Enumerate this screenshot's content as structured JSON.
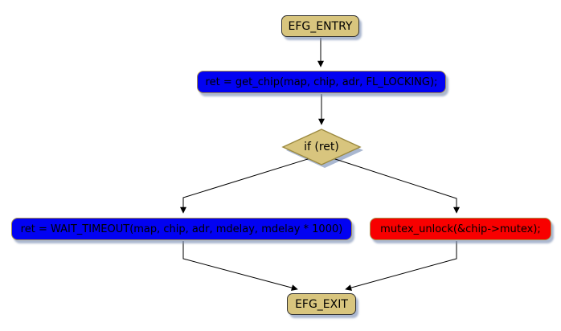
{
  "diagram": {
    "type": "flowchart",
    "nodes": {
      "entry": {
        "label": "EFG_ENTRY",
        "shape": "rounded-rect",
        "fill": "#d8c57e"
      },
      "get_chip": {
        "label": "ret = get_chip(map, chip, adr, FL_LOCKING);",
        "shape": "rounded-rect",
        "fill": "#0202f2"
      },
      "decision": {
        "label": "if (ret)",
        "shape": "diamond",
        "fill": "#d8c57e"
      },
      "wait_timeout": {
        "label": "ret = WAIT_TIMEOUT(map, chip, adr, mdelay, mdelay * 1000)",
        "shape": "rounded-rect",
        "fill": "#0202f2"
      },
      "mutex_unlock": {
        "label": "mutex_unlock(&chip->mutex);",
        "shape": "rounded-rect",
        "fill": "#f80000"
      },
      "exit": {
        "label": "EFG_EXIT",
        "shape": "rounded-rect",
        "fill": "#d8c57e"
      }
    },
    "edges": [
      {
        "from": "entry",
        "to": "get_chip",
        "label": ""
      },
      {
        "from": "get_chip",
        "to": "decision",
        "label": ""
      },
      {
        "from": "decision",
        "to": "wait_timeout",
        "label": ""
      },
      {
        "from": "decision",
        "to": "mutex_unlock",
        "label": ""
      },
      {
        "from": "wait_timeout",
        "to": "exit",
        "label": ""
      },
      {
        "from": "mutex_unlock",
        "to": "exit",
        "label": ""
      }
    ],
    "colors": {
      "terminal_fill": "#d8c57e",
      "process_blue": "#0202f2",
      "process_red": "#f80000",
      "border_gold": "#a89048",
      "border_dark": "#333333",
      "shadow": "#8092b7",
      "edge_line": "#000000",
      "text": "#000000",
      "background": "#ffffff"
    }
  }
}
